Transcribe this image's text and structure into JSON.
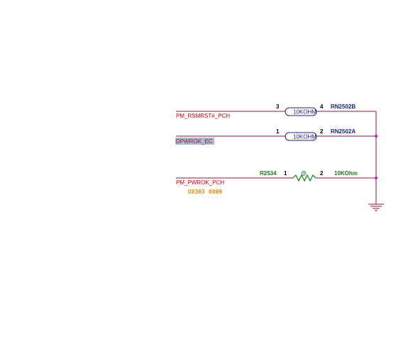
{
  "colors": {
    "wire": "#8b1a3a",
    "net_label": "#cc0000",
    "ref_blue": "#1a237e",
    "ref_green": "#1b7a1b",
    "value_green": "#1b7a1b",
    "value_blue": "#1a237e",
    "junction": "#e0189b",
    "annotation": "#e08a00",
    "highlight": "#a9bfcf",
    "ground": "#8b1a3a"
  },
  "nets": {
    "rsmrst": "PM_RSMRST#_PCH",
    "dpwrok": "DPWROK_EC",
    "pwrok": "PM_PWROK_PCH"
  },
  "annotation": "UX303 0809",
  "rn2502b": {
    "ref": "RN2502B",
    "value": "10KOHM",
    "pin_left": "3",
    "pin_right": "4"
  },
  "rn2502a": {
    "ref": "RN2502A",
    "value": "10KOHM",
    "pin_left": "1",
    "pin_right": "2"
  },
  "r2534": {
    "ref": "R2534",
    "value": "10KOhm",
    "pin_left": "1",
    "pin_right": "2",
    "marker": "@"
  }
}
